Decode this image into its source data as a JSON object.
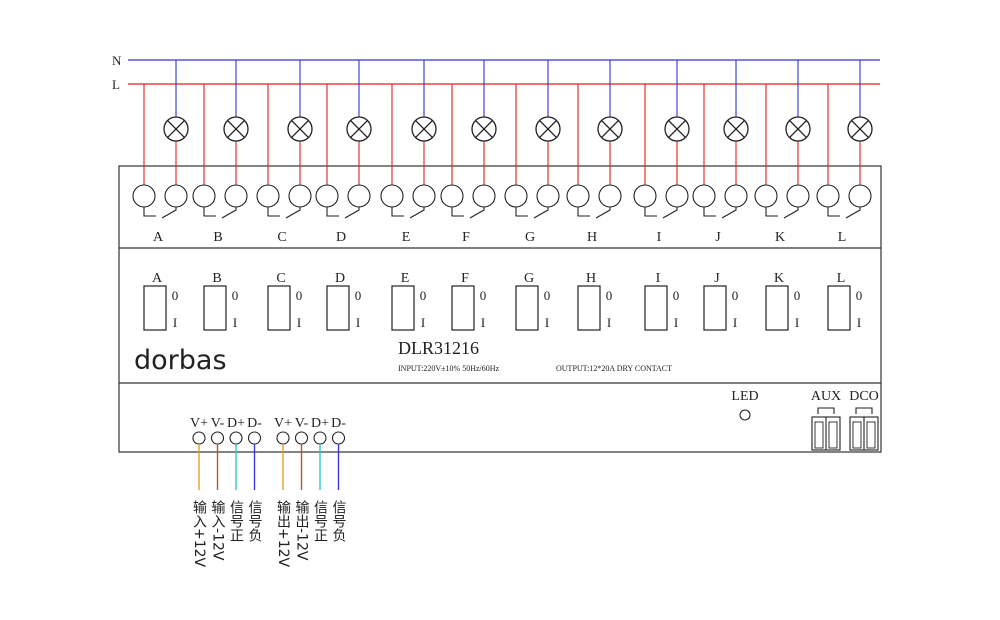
{
  "supply": {
    "n_label": "N",
    "l_label": "L"
  },
  "colors": {
    "neutral": "#3535d0",
    "live": "#e02020",
    "outline": "#333333",
    "wire_v_plus": "#e0a030",
    "wire_v_minus": "#b05a2a",
    "wire_d_plus": "#28c8d8",
    "wire_d_minus": "#3a3ad8"
  },
  "channels": [
    "A",
    "B",
    "C",
    "D",
    "E",
    "F",
    "G",
    "H",
    "I",
    "J",
    "K",
    "L"
  ],
  "switch_states": {
    "top": "0",
    "bottom": "I"
  },
  "device": {
    "brand": "dorbas",
    "model": "DLR31216",
    "input_spec": "INPUT:220V±10% 50Hz/60Hz",
    "output_spec": "OUTPUT:12*20A DRY CONTACT"
  },
  "indicators": {
    "led": "LED",
    "aux": "AUX",
    "dco": "DCO"
  },
  "bus_groups": [
    {
      "pins": [
        "V+",
        "V-",
        "D+",
        "D-"
      ],
      "descriptions": [
        "输入+12V",
        "输入-12V",
        "信号正",
        "信号负"
      ]
    },
    {
      "pins": [
        "V+",
        "V-",
        "D+",
        "D-"
      ],
      "descriptions": [
        "输出+12V",
        "输出-12V",
        "信号正",
        "信号负"
      ]
    }
  ]
}
